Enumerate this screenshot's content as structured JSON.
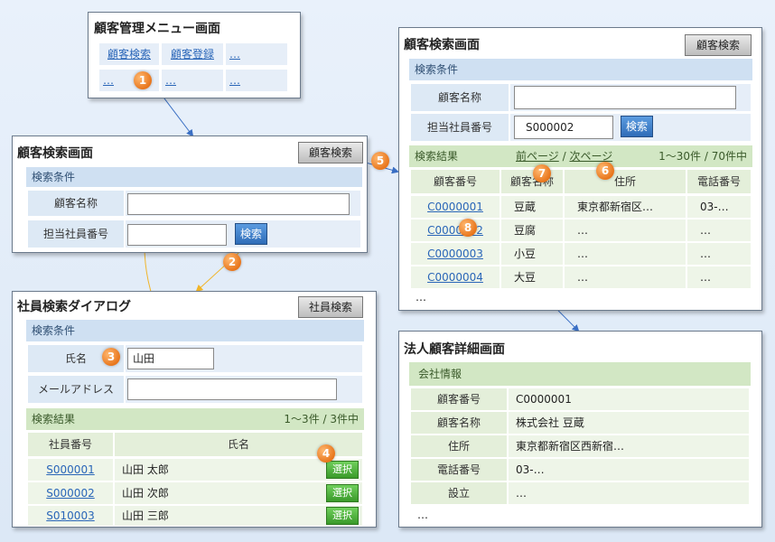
{
  "menu": {
    "title": "顧客管理メニュー画面",
    "items": [
      "顧客検索",
      "顧客登録",
      "…",
      "…",
      "…",
      "…"
    ]
  },
  "search_left": {
    "title": "顧客検索画面",
    "tab_button": "顧客検索",
    "criteria": "検索条件",
    "name_label": "顧客名称",
    "emp_label": "担当社員番号",
    "search_button": "検索"
  },
  "dialog": {
    "title": "社員検索ダイアログ",
    "tab_button": "社員検索",
    "criteria": "検索条件",
    "name_label": "氏名",
    "name_value": "山田",
    "mail_label": "メールアドレス",
    "results_label": "検索結果",
    "results_count": "1～3件 / 3件中",
    "col_id": "社員番号",
    "col_name": "氏名",
    "rows": [
      {
        "id": "S000001",
        "name": "山田 太郎",
        "action": "選択"
      },
      {
        "id": "S000002",
        "name": "山田 次郎",
        "action": "選択"
      },
      {
        "id": "S010003",
        "name": "山田 三郎",
        "action": "選択"
      }
    ]
  },
  "search_right": {
    "title": "顧客検索画面",
    "tab_button": "顧客検索",
    "criteria": "検索条件",
    "name_label": "顧客名称",
    "emp_label": "担当社員番号",
    "emp_value": "S000002",
    "search_button": "検索",
    "results_label": "検索結果",
    "pager_prev": "前ページ",
    "pager_sep": " / ",
    "pager_next": "次ページ",
    "results_count": "1～30件 / 70件中",
    "col_id": "顧客番号",
    "col_name": "顧客名称",
    "col_addr": "住所",
    "col_tel": "電話番号",
    "rows": [
      {
        "id": "C0000001",
        "name": "豆蔵",
        "addr": "東京都新宿区…",
        "tel": "03-…"
      },
      {
        "id": "C0000002",
        "name": "豆腐",
        "addr": "…",
        "tel": "…"
      },
      {
        "id": "C0000003",
        "name": "小豆",
        "addr": "…",
        "tel": "…"
      },
      {
        "id": "C0000004",
        "name": "大豆",
        "addr": "…",
        "tel": "…"
      }
    ],
    "more": "…"
  },
  "detail": {
    "title": "法人顧客詳細画面",
    "section": "会社情報",
    "fields": [
      {
        "label": "顧客番号",
        "value": "C0000001"
      },
      {
        "label": "顧客名称",
        "value": "株式会社 豆蔵"
      },
      {
        "label": "住所",
        "value": "東京都新宿区西新宿…"
      },
      {
        "label": "電話番号",
        "value": "03-…"
      },
      {
        "label": "設立",
        "value": "…"
      }
    ],
    "more": "…"
  },
  "badges": [
    "1",
    "2",
    "3",
    "4",
    "5",
    "6",
    "7",
    "8"
  ],
  "colors": {
    "arrow_blue": "#3a6fc4",
    "arrow_yellow": "#f0b429",
    "badge_orange": "#e8761c",
    "band_blue": "#cfe0f2",
    "band_green": "#d2e7c4"
  }
}
